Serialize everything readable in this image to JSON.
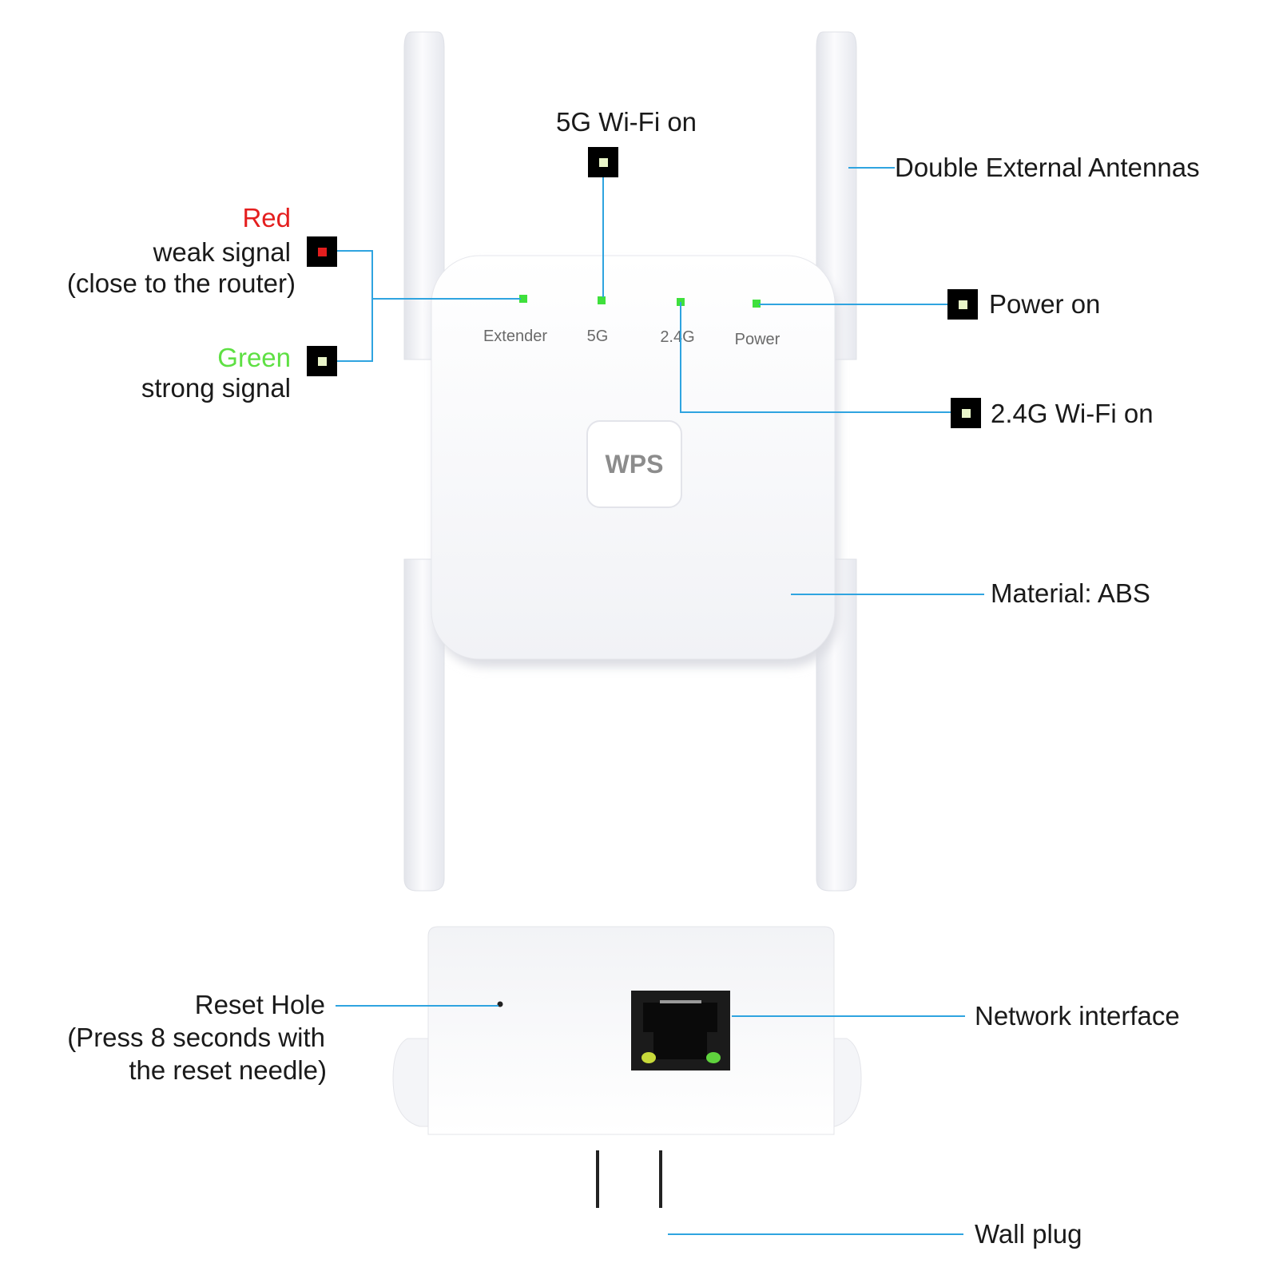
{
  "colors": {
    "callout_line": "#2fa4e0",
    "led_green": "#3fe03c",
    "weak_red": "#e41e1e",
    "strong_green": "#5ee043",
    "device_white": "#f7f7f9"
  },
  "device": {
    "led_labels": [
      "Extender",
      "5G",
      "2.4G",
      "Power"
    ],
    "button_label": "WPS"
  },
  "callouts": {
    "wifi_5g": "5G Wi-Fi on",
    "antennas": "Double External Antennas",
    "signal_weak_color": "Red",
    "signal_weak_1": "weak signal",
    "signal_weak_2": "(close to the router)",
    "signal_strong_color": "Green",
    "signal_strong_1": "strong signal",
    "power": "Power on",
    "wifi_24g": "2.4G Wi-Fi on",
    "material": "Material: ABS",
    "reset_1": "Reset Hole",
    "reset_2": "(Press 8 seconds with",
    "reset_3": "the reset needle)",
    "network": "Network interface",
    "plug": "Wall plug"
  }
}
